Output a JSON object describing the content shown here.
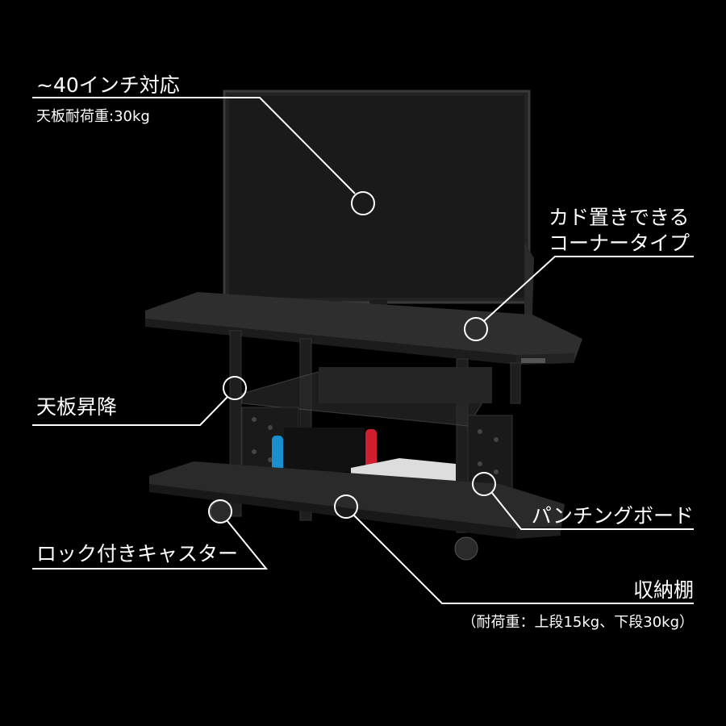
{
  "callouts": {
    "tv": {
      "title": "~40インチ対応",
      "sub": "天板耐荷重:30kg"
    },
    "corner": {
      "line1": "カド置きできる",
      "line2": "コーナータイプ"
    },
    "lift": {
      "title": "天板昇降"
    },
    "caster": {
      "title": "ロック付きキャスター"
    },
    "board": {
      "title": "パンチングボード"
    },
    "shelf": {
      "title": "収納棚",
      "sub": "（耐荷重：上段15kg、下段30kg）"
    }
  },
  "colors": {
    "background": "#000000",
    "text": "#ffffff",
    "stand": "#2a2a2a",
    "tv": "#1e1e1e"
  }
}
